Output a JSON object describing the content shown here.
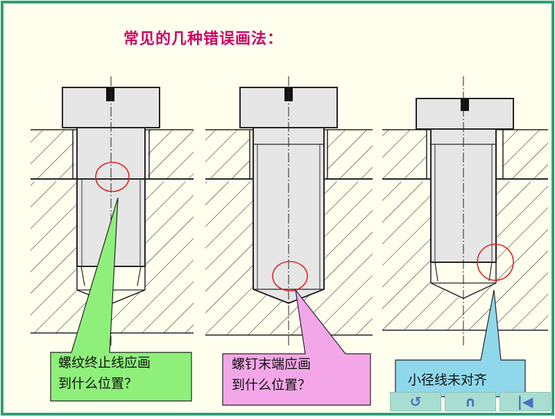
{
  "title": "常见的几种错误画法：",
  "callouts": [
    {
      "line1": "螺纹终止线应画",
      "line2": "到什么位置？",
      "color": "#8ef07a"
    },
    {
      "line1": "螺钉末端应画",
      "line2": "到什么位置？",
      "color": "#f4a7e8"
    },
    {
      "line1": "小径线未对齐",
      "color": "#8fd8ec"
    }
  ],
  "nav": {
    "back_icon": "u-turn-back-icon",
    "return_icon": "return-icon",
    "first_icon": "first-page-icon"
  },
  "colors": {
    "background": "#ffffee",
    "frame": "#2aa07a",
    "title": "#cc0066",
    "highlight": "#e02020",
    "screw_fill": "#e6e6e6"
  }
}
